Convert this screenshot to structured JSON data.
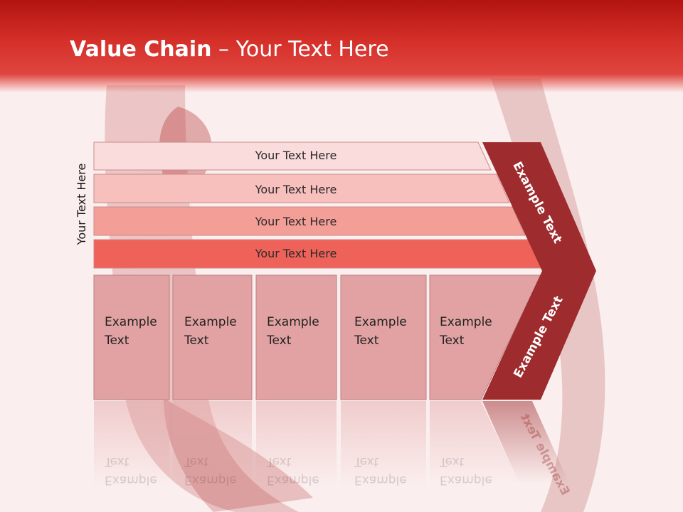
{
  "slide": {
    "title_bold": "Value Chain",
    "title_rest": " – Your Text Here",
    "vertical_label": "Your Text Here"
  },
  "rows": [
    {
      "label": "Your Text Here",
      "color": "#fbdcdc"
    },
    {
      "label": "Your Text Here",
      "color": "#f8c0bd"
    },
    {
      "label": "Your Text Here",
      "color": "#f49e98"
    },
    {
      "label": "Your Text Here",
      "color": "#ee625a"
    }
  ],
  "boxes": [
    {
      "line1": "Example",
      "line2": "Text"
    },
    {
      "line1": "Example",
      "line2": "Text"
    },
    {
      "line1": "Example",
      "line2": "Text"
    },
    {
      "line1": "Example",
      "line2": "Text"
    },
    {
      "line1": "Example",
      "line2": "Text"
    }
  ],
  "chevron": {
    "upper_label": "Example Text",
    "lower_label": "Example Text",
    "color": "#9e2b2d"
  },
  "colors": {
    "title_band": "#c8221c",
    "box_fill": "#e2a2a3"
  }
}
